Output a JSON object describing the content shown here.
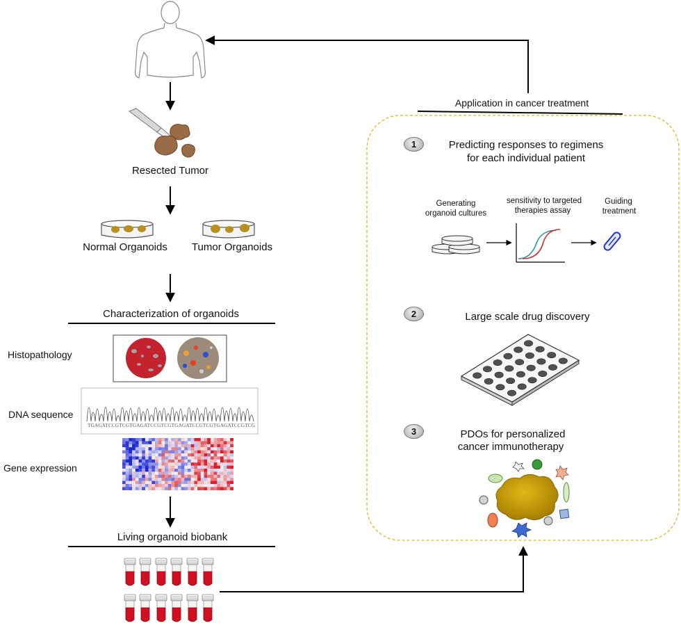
{
  "left_column": {
    "resected_tumor": "Resected Tumor",
    "normal_organoids": "Normal Organoids",
    "tumor_organoids": "Tumor Organoids",
    "characterization_title": "Characterization of organoids",
    "rows": {
      "histopathology": "Histopathology",
      "dna_sequence": "DNA sequence",
      "gene_expression": "Gene expression"
    },
    "dna_bases": "TGAGATCCGTCGTGAGATCCGTCGTGAGATCCGTCGTGAGATCCGTCG",
    "biobank_title": "Living organoid biobank"
  },
  "right_panel": {
    "title": "Application in cancer treatment",
    "items": [
      {
        "number": "1",
        "line1": "Predicting responses to regimens",
        "line2": "for each individual patient"
      },
      {
        "number": "2",
        "line1": "Large scale drug discovery"
      },
      {
        "number": "3",
        "line1": "PDOs for personalized",
        "line2": "cancer immunotherapy"
      }
    ],
    "workflow": {
      "step1_line1": "Generating",
      "step1_line2": "organoid cultures",
      "step2_line1": "sensitivity to targeted",
      "step2_line2": "therapies assay",
      "step3_line1": "Guiding",
      "step3_line2": "treatment"
    }
  },
  "colors": {
    "panel_border": "#e8b41e",
    "tumor_tissue": "#9a6c46",
    "organoid": "#b8901c",
    "tube_blood": "#d01020",
    "immune_cluster": "#c9a100",
    "curve_red": "#d42a2a",
    "curve_blue": "#2a8fb0",
    "pill": "#2233cc"
  }
}
